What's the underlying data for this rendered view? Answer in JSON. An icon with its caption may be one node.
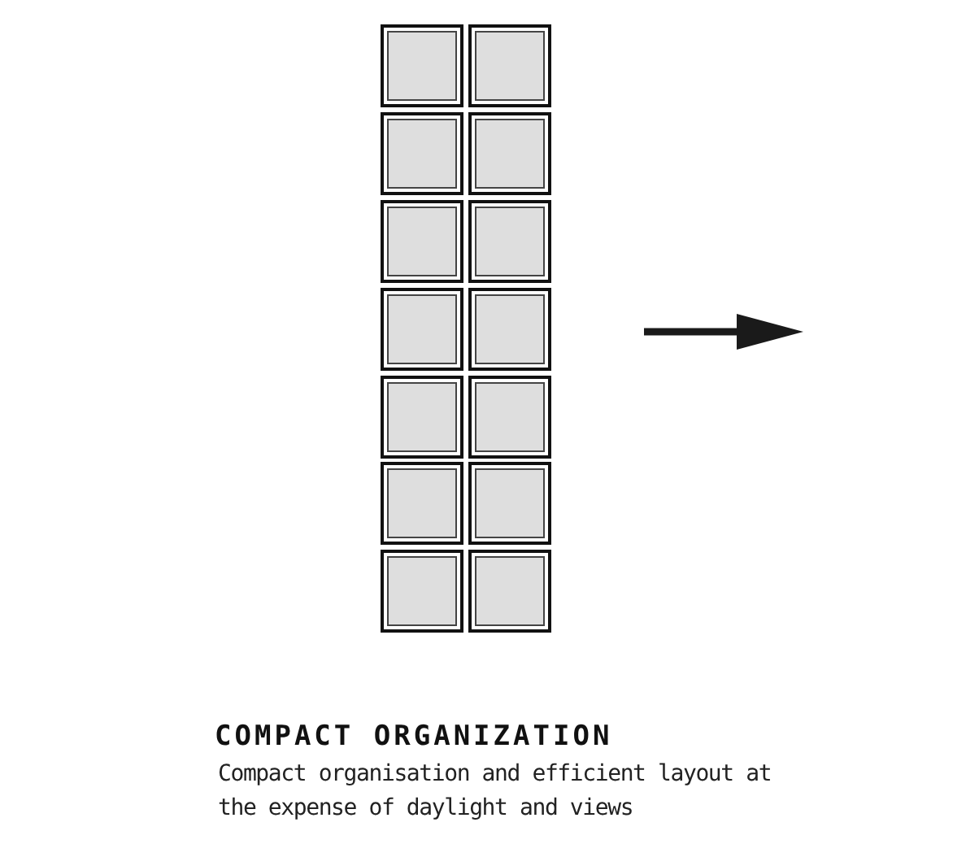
{
  "diagram": {
    "title": "COMPACT ORGANIZATION",
    "caption": "Compact organisation and efficient layout at the expense of daylight and views",
    "nodes": [
      {
        "text": [],
        "shape": "box"
      },
      {
        "text": [],
        "shape": "box"
      },
      {
        "text": [],
        "shape": "box"
      },
      {
        "text": [],
        "shape": "box"
      },
      {
        "text": [],
        "shape": "box"
      },
      {
        "text": [],
        "shape": "box"
      },
      {
        "text": [],
        "shape": "box"
      },
      {
        "text": [],
        "shape": "box"
      },
      {
        "text": [],
        "shape": "box"
      },
      {
        "text": [],
        "shape": "box"
      },
      {
        "text": [],
        "shape": "box"
      },
      {
        "text": [],
        "shape": "box"
      },
      {
        "text": [],
        "shape": "box"
      },
      {
        "text": [],
        "shape": "box"
      }
    ]
  }
}
